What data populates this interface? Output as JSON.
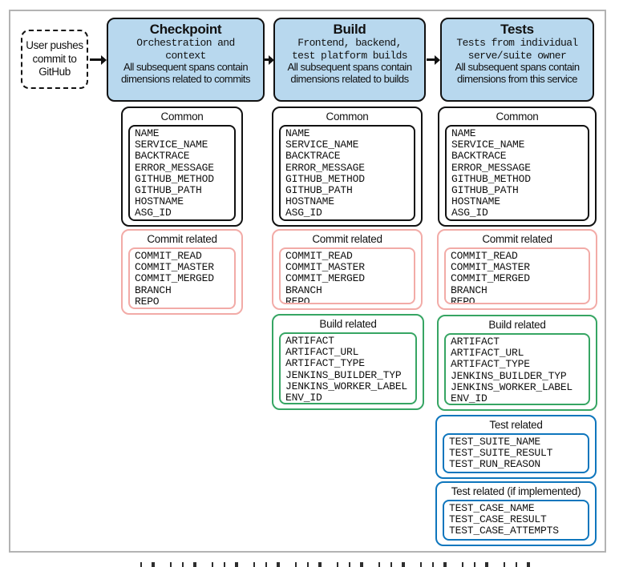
{
  "colors": {
    "stage_fill": "#b8d8ee",
    "stage_border": "#111111",
    "common_border": "#111111",
    "commit_border": "#f2aba7",
    "build_border": "#36a563",
    "test_border": "#0e76bd"
  },
  "source_node": {
    "line1": "User pushes",
    "line2": "commit to",
    "line3": "GitHub"
  },
  "stages": [
    {
      "title": "Checkpoint",
      "mono1": "Orchestration and",
      "mono2": "context",
      "desc1": "All subsequent spans contain",
      "desc2": "dimensions related to commits"
    },
    {
      "title": "Build",
      "mono1": "Frontend, backend,",
      "mono2": "test platform builds",
      "desc1": "All subsequent spans contain",
      "desc2": "dimensions related to builds"
    },
    {
      "title": "Tests",
      "mono1": "Tests from individual",
      "mono2": "serve/suite owner",
      "desc1": "All subsequent spans contain",
      "desc2": "dimensions from this service"
    }
  ],
  "groups": {
    "common": {
      "title": "Common",
      "items": [
        "NAME",
        "SERVICE_NAME",
        "BACKTRACE",
        "ERROR_MESSAGE",
        "GITHUB_METHOD",
        "GITHUB_PATH",
        "HOSTNAME",
        "ASG_ID"
      ]
    },
    "commit": {
      "title": "Commit related",
      "items": [
        "COMMIT_READ",
        "COMMIT_MASTER",
        "COMMIT_MERGED",
        "BRANCH",
        "REPO"
      ]
    },
    "build": {
      "title": "Build related",
      "items": [
        "ARTIFACT",
        "ARTIFACT_URL",
        "ARTIFACT_TYPE",
        "JENKINS_BUILDER_TYP",
        "JENKINS_WORKER_LABEL",
        "ENV_ID"
      ]
    },
    "test": {
      "title": "Test related",
      "items": [
        "TEST_SUITE_NAME",
        "TEST_SUITE_RESULT",
        "TEST_RUN_REASON"
      ]
    },
    "test_if": {
      "title": "Test related (if implemented)",
      "items": [
        "TEST_CASE_NAME",
        "TEST_CASE_RESULT",
        "TEST_CASE_ATTEMPTS"
      ]
    }
  }
}
